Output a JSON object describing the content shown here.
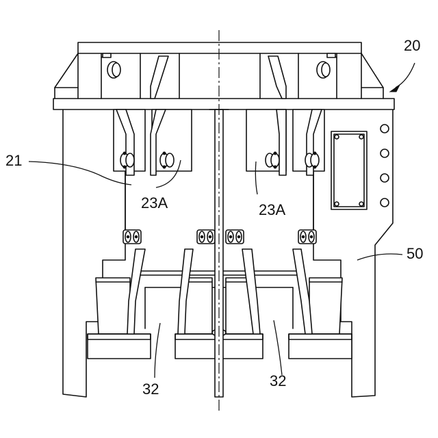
{
  "labels": {
    "assembly": "20",
    "frame": "21",
    "part_left": "23A",
    "part_right": "23A",
    "side_member": "50",
    "lower_left": "32",
    "lower_right": "32"
  }
}
